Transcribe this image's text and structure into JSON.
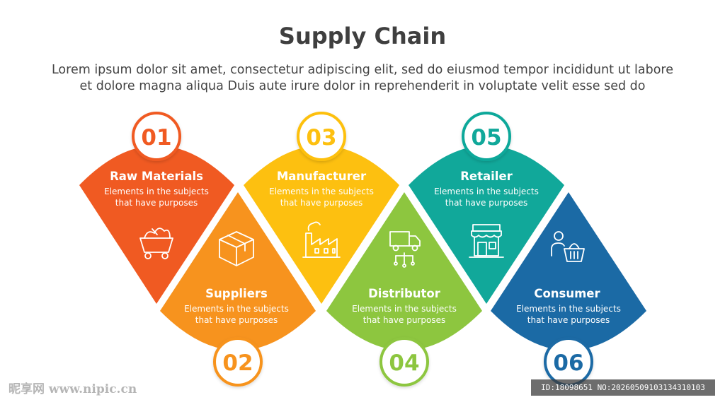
{
  "title": "Supply Chain",
  "subtitle_lines": [
    "Lorem ipsum dolor sit amet, consectetur adipiscing elit, sed do eiusmod tempor incididunt ut labore",
    "et dolore magna aliqua Duis aute irure dolor in reprehenderit in voluptate velit esse sed do"
  ],
  "steps": [
    {
      "number": "01",
      "title": "Raw Materials",
      "desc_lines": [
        "Elements in the subjects",
        "that have purposes"
      ],
      "color": "#f05a22",
      "icon": "mining-cart-icon"
    },
    {
      "number": "02",
      "title": "Suppliers",
      "desc_lines": [
        "Elements in the subjects",
        "that have purposes"
      ],
      "color": "#f7931e",
      "icon": "box-icon"
    },
    {
      "number": "03",
      "title": "Manufacturer",
      "desc_lines": [
        "Elements in the subjects",
        "that have purposes"
      ],
      "color": "#fdc010",
      "icon": "factory-icon"
    },
    {
      "number": "04",
      "title": "Distributor",
      "desc_lines": [
        "Elements in the subjects",
        "that have purposes"
      ],
      "color": "#8dc63f",
      "icon": "delivery-truck-icon"
    },
    {
      "number": "05",
      "title": "Retailer",
      "desc_lines": [
        "Elements in the subjects",
        "that have purposes"
      ],
      "color": "#11a89a",
      "icon": "store-icon"
    },
    {
      "number": "06",
      "title": "Consumer",
      "desc_lines": [
        "Elements in the subjects",
        "that have purposes"
      ],
      "color": "#1b6aa5",
      "icon": "shopping-basket-icon"
    }
  ],
  "watermark": {
    "left": "昵享网 www.nipic.cn",
    "right": "ID:18098651 NO:20260509103134310103"
  }
}
